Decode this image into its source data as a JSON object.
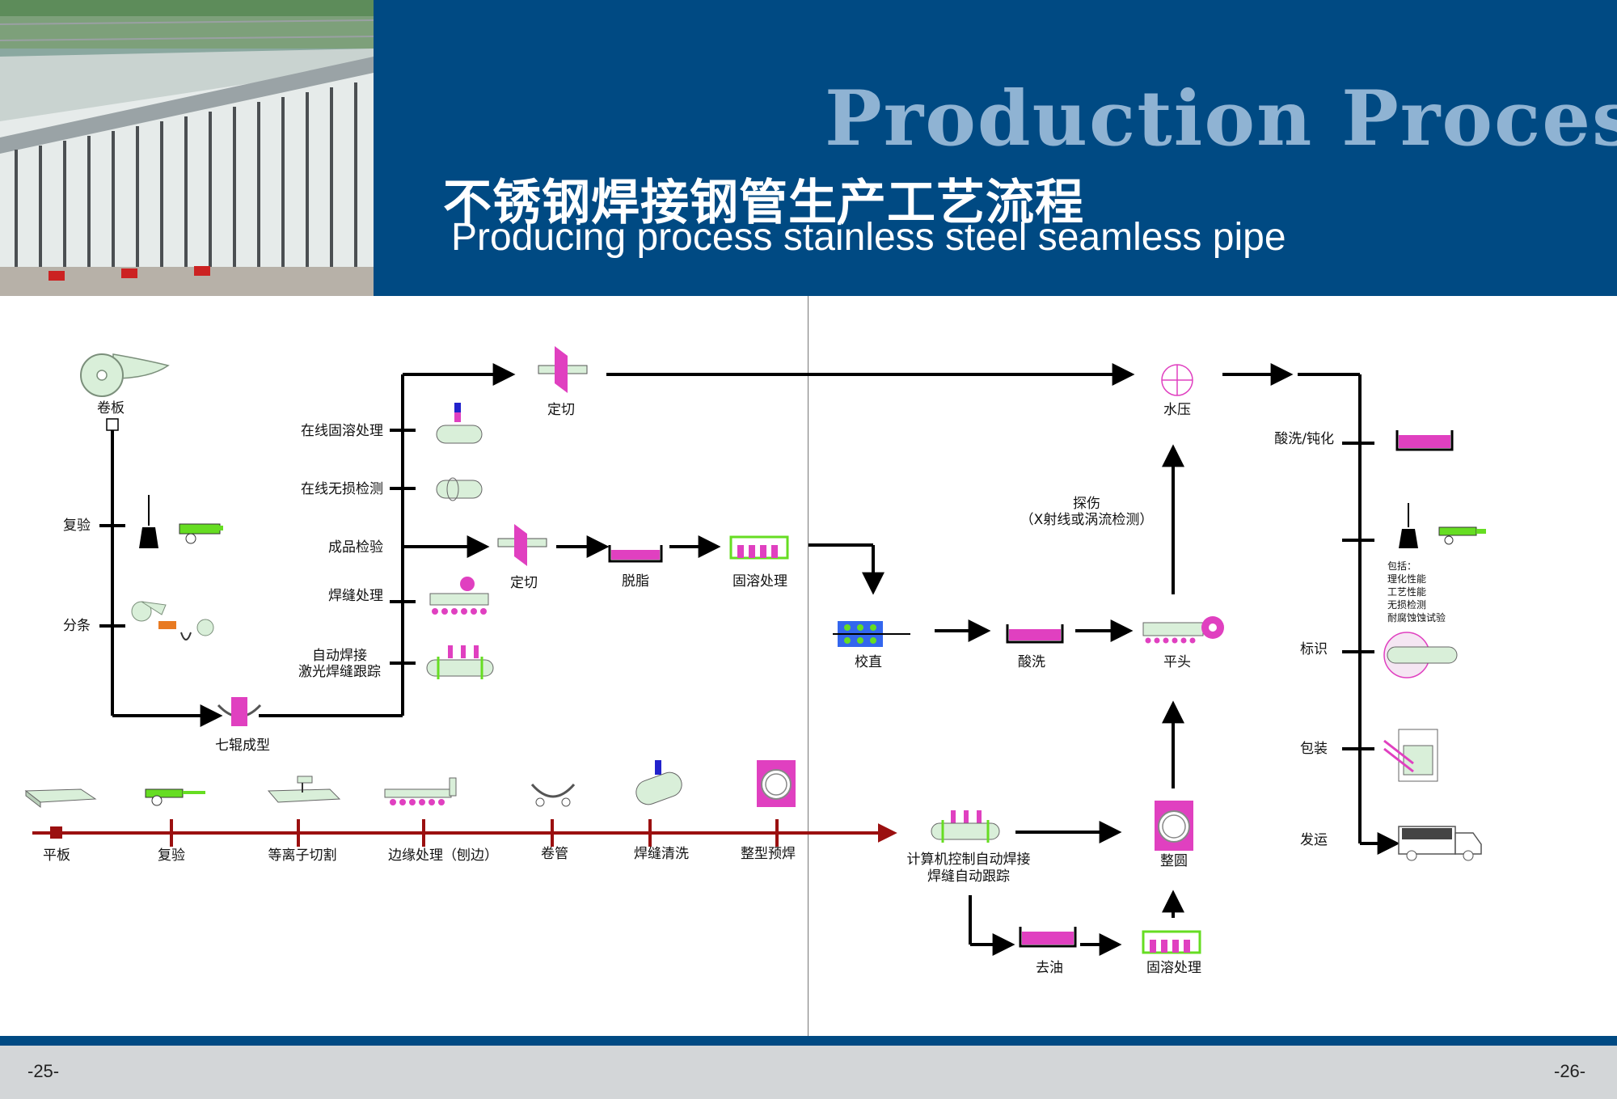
{
  "header": {
    "title_en_big": "Production Process",
    "title_cn": "不锈钢焊接钢管生产工艺流程",
    "title_en_sub": "Producing process stainless steel seamless pipe"
  },
  "footer": {
    "page_left": "-25-",
    "page_right": "-26-"
  },
  "colors": {
    "header_blue": "#004a83",
    "title_light": "#8fb3d3",
    "accent_magenta": "#e040c0",
    "accent_green": "#66dd22",
    "baseline_red": "#9b1010",
    "footer_grey": "#d3d6d8"
  },
  "labels": {
    "juanban": "卷板",
    "fuyan": "复验",
    "fentiao": "分条",
    "qigun": "七辊成型",
    "zaixian_gurong": "在线固溶处理",
    "zaixian_wusun": "在线无损检测",
    "chengpin": "成品检验",
    "hanfeng_chuli": "焊缝处理",
    "zidong_hanjie_1": "自动焊接",
    "zidong_hanjie_2": "激光焊缝跟踪",
    "dingqie_top": "定切",
    "dingqie_mid": "定切",
    "tuozhi": "脱脂",
    "gurong_mid": "固溶处理",
    "shuiya": "水压",
    "tanshang_1": "探伤",
    "tanshang_2": "（X射线或涡流检测）",
    "jiaozhi": "校直",
    "suanxi": "酸洗",
    "pingtou": "平头",
    "suanxi_dunhua": "酸洗/钝化",
    "baokuo_title": "包括：",
    "baokuo_1": "理化性能",
    "baokuo_2": "工艺性能",
    "baokuo_3": "无损检测",
    "baokuo_4": "耐腐蚀蚀试验",
    "biaoshi": "标识",
    "baozhuang": "包装",
    "fayun": "发运",
    "jisuanji_1": "计算机控制自动焊接",
    "jisuanji_2": "焊缝自动跟踪",
    "zhengyuan": "整圆",
    "quyou": "去油",
    "gurong_bottom": "固溶处理"
  },
  "bottom_line": [
    "平板",
    "复验",
    "等离子切割",
    "边缘处理（刨边）",
    "卷管",
    "焊缝清洗",
    "整型预焊"
  ]
}
